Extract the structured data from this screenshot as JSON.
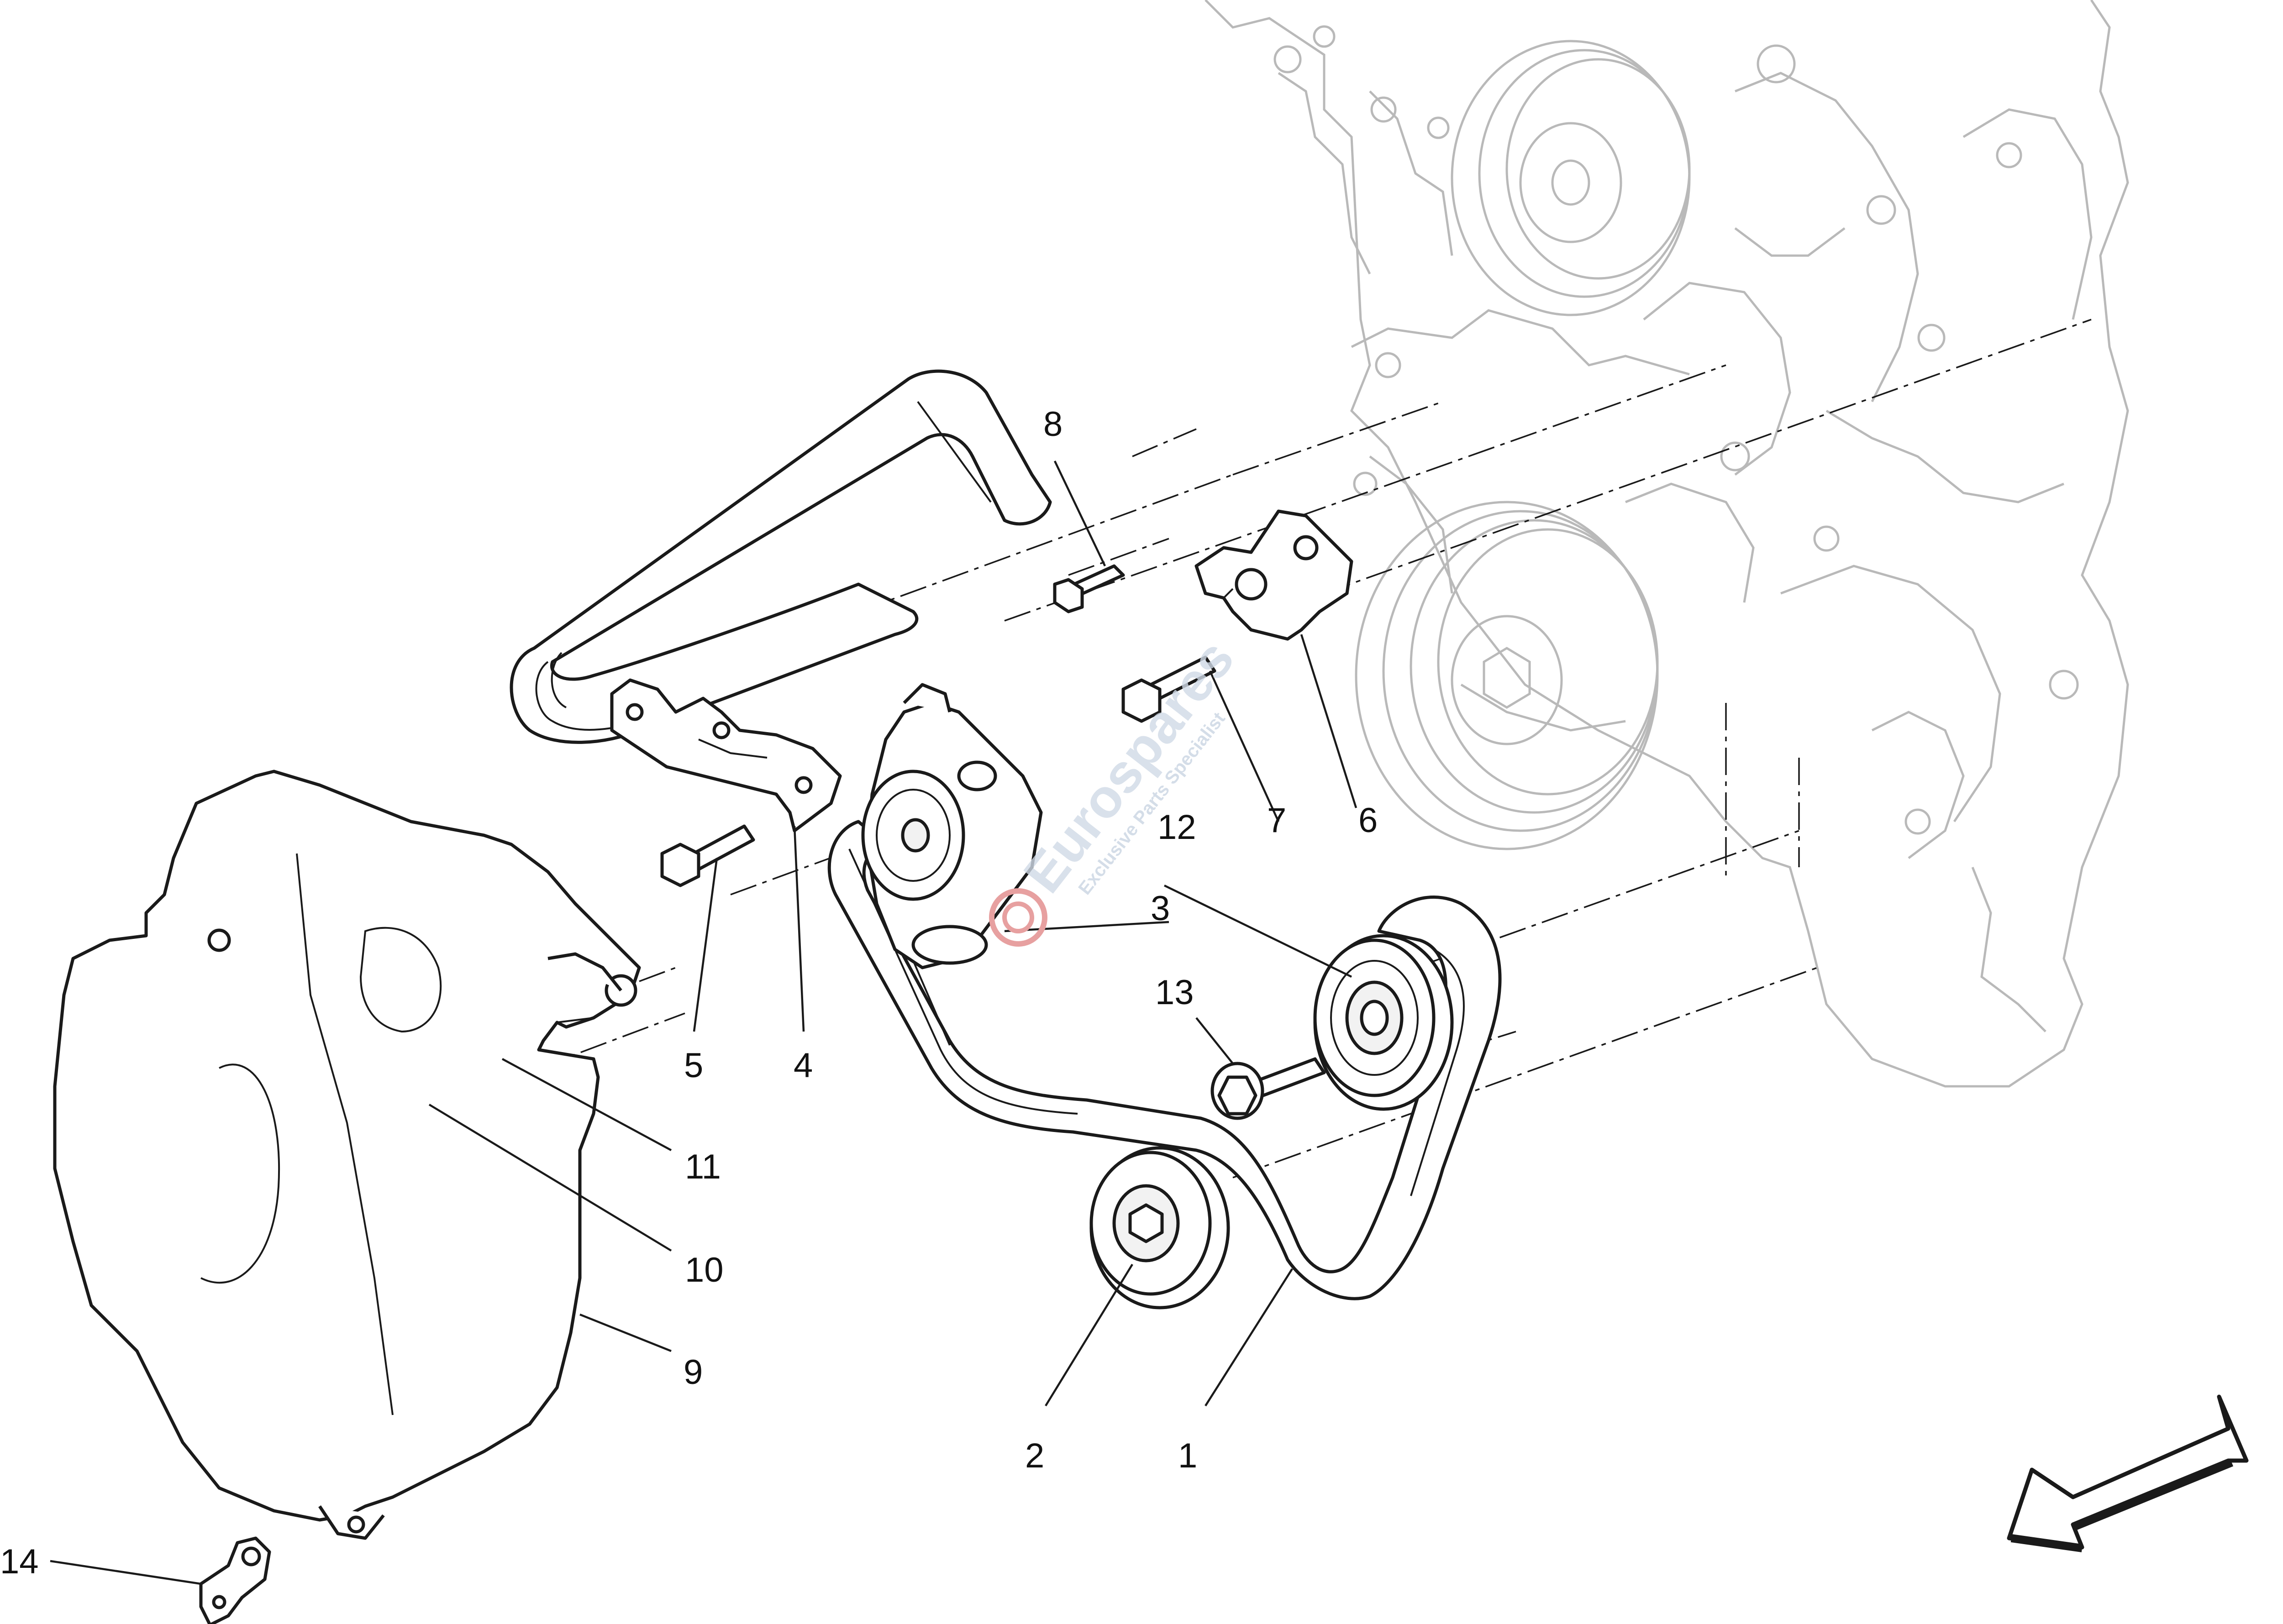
{
  "diagram": {
    "callouts": [
      {
        "id": "1",
        "label": "1"
      },
      {
        "id": "2",
        "label": "2"
      },
      {
        "id": "3",
        "label": "3"
      },
      {
        "id": "4",
        "label": "4"
      },
      {
        "id": "5",
        "label": "5"
      },
      {
        "id": "6",
        "label": "6"
      },
      {
        "id": "7",
        "label": "7"
      },
      {
        "id": "8",
        "label": "8"
      },
      {
        "id": "9",
        "label": "9"
      },
      {
        "id": "10",
        "label": "10"
      },
      {
        "id": "11",
        "label": "11"
      },
      {
        "id": "12",
        "label": "12"
      },
      {
        "id": "13",
        "label": "13"
      },
      {
        "id": "14",
        "label": "14"
      }
    ],
    "watermark": {
      "brand": "Eurospares",
      "tagline": "Exclusive Parts Specialist"
    },
    "orientation_arrow": "direction-arrow-icon"
  }
}
